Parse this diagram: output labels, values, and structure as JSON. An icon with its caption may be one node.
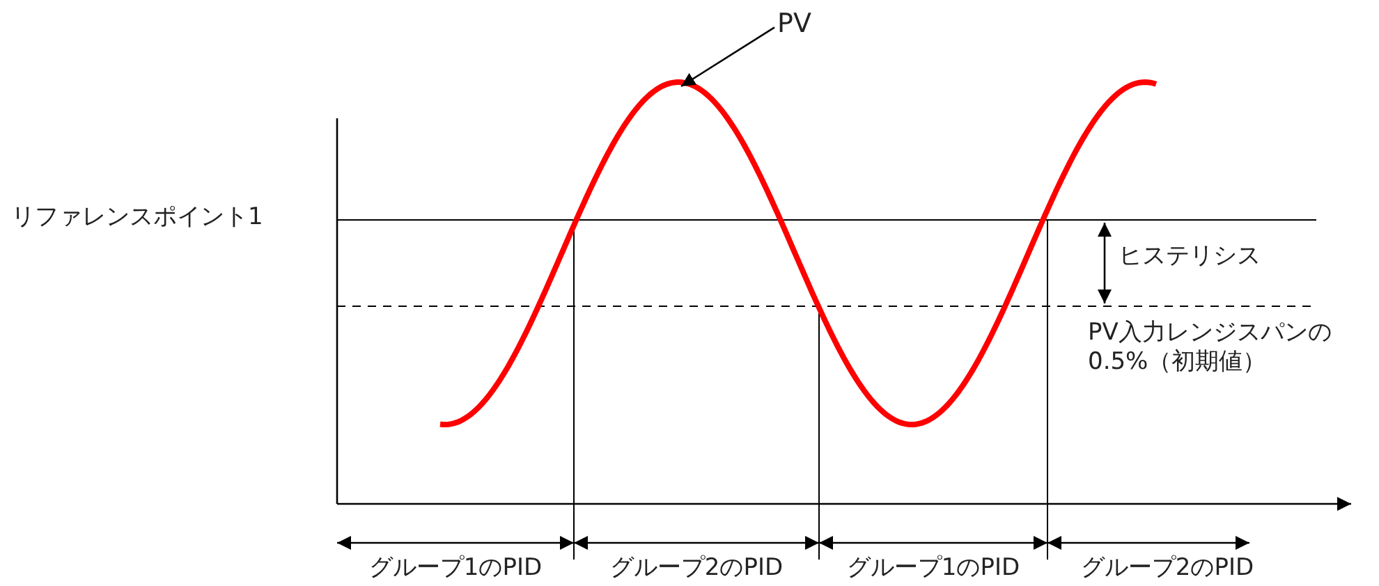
{
  "diagram": {
    "nodes": [
      {
        "text": [
          "PV"
        ]
      },
      {
        "text": [],
        "shape": "curve"
      }
    ],
    "edges": [
      {
        "from": 0,
        "to": 1,
        "arrow": "to"
      }
    ],
    "labels": [
      "リファレンスポイント1",
      "ヒステリシス",
      "PV入力レンジスパンの0.5%（初期値）",
      "グループ1のPID",
      "グループ2のPID",
      "グループ1のPID",
      "グループ2のPID"
    ]
  }
}
